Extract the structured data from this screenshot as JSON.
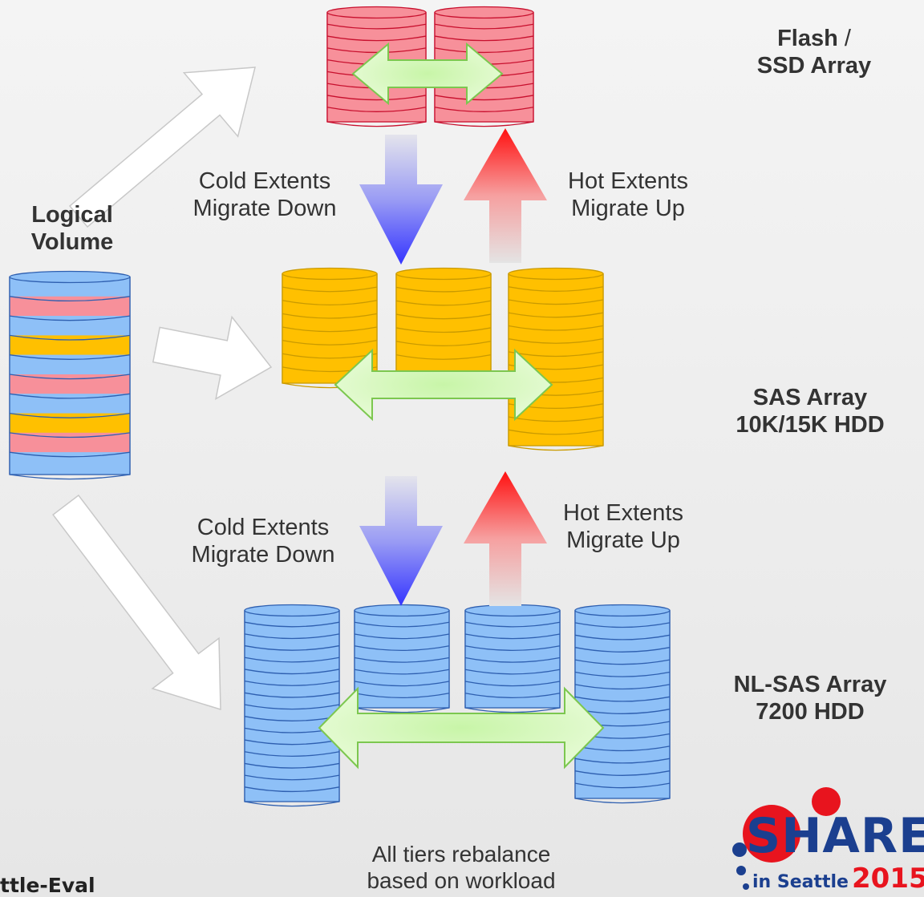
{
  "tiers": {
    "flash": {
      "line1": "Flash",
      "sep": " / ",
      "line2": "SSD Array"
    },
    "sas": {
      "line1": "SAS Array",
      "line2": "10K/15K HDD"
    },
    "nlsas": {
      "line1": "NL-SAS Array",
      "line2": "7200 HDD"
    }
  },
  "logical_volume": {
    "line1": "Logical",
    "line2": "Volume"
  },
  "migrations": {
    "upper_cold": {
      "line1": "Cold Extents",
      "line2": "Migrate Down"
    },
    "upper_hot": {
      "line1": "Hot Extents",
      "line2": "Migrate Up"
    },
    "lower_cold": {
      "line1": "Cold Extents",
      "line2": "Migrate Down"
    },
    "lower_hot": {
      "line1": "Hot Extents",
      "line2": "Migrate Up"
    }
  },
  "note": {
    "line1": "All tiers rebalance",
    "line2": "based on workload"
  },
  "footer_fragment": "ttle-Eval",
  "logo": {
    "word": "SHARE",
    "place": "in Seattle",
    "year": "2015"
  },
  "colors": {
    "flash_disk": "#f7909a",
    "flash_line": "#c8102e",
    "sas_disk": "#ffc000",
    "sas_line": "#c99a00",
    "nl_disk": "#8ec0f7",
    "nl_line": "#2e5fb0",
    "cold_arrow": "#4a4dff",
    "hot_arrow": "#ff2020",
    "rebalance_arrow": "#9ee57a",
    "logo_red": "#e8141e",
    "logo_blue": "#1b3f8f"
  },
  "icons": {
    "disk": "cylinder-stack-icon",
    "cold": "arrow-down-icon",
    "hot": "arrow-up-icon",
    "rebalance": "double-arrow-icon",
    "allocation": "outline-arrow-icon"
  }
}
